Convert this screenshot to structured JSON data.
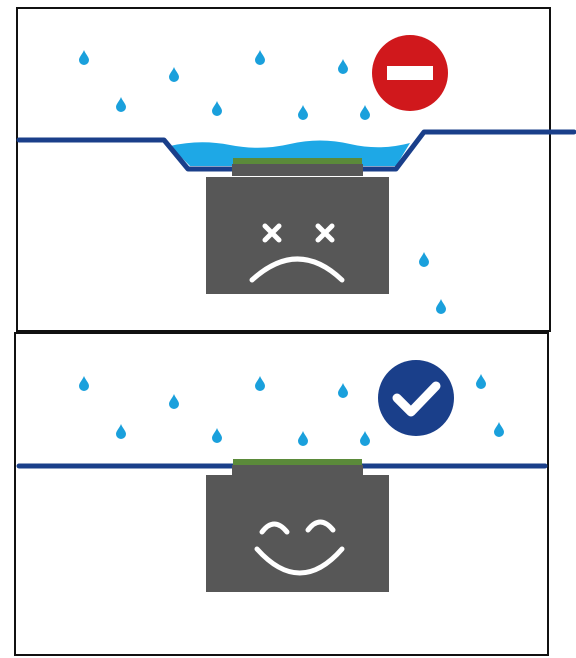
{
  "colors": {
    "background": "#ffffff",
    "frame": "#111111",
    "raindrop": "#1aa0dc",
    "pooled_water": "#1ea8e6",
    "ground_line": "#1a3f8a",
    "sensor_body": "#575757",
    "sensor_top_strip": "#5b8a3a",
    "face_marks": "#ffffff",
    "bad_badge": "#d0181c",
    "good_badge": "#1a3f8a"
  },
  "panels": [
    {
      "id": "wrong-installation",
      "status": "bad",
      "status_icon": "no-entry-icon",
      "face": "sad",
      "ground": "recessed-with-pooled-water"
    },
    {
      "id": "correct-installation",
      "status": "good",
      "status_icon": "checkmark-icon",
      "face": "happy",
      "ground": "flush"
    }
  ]
}
